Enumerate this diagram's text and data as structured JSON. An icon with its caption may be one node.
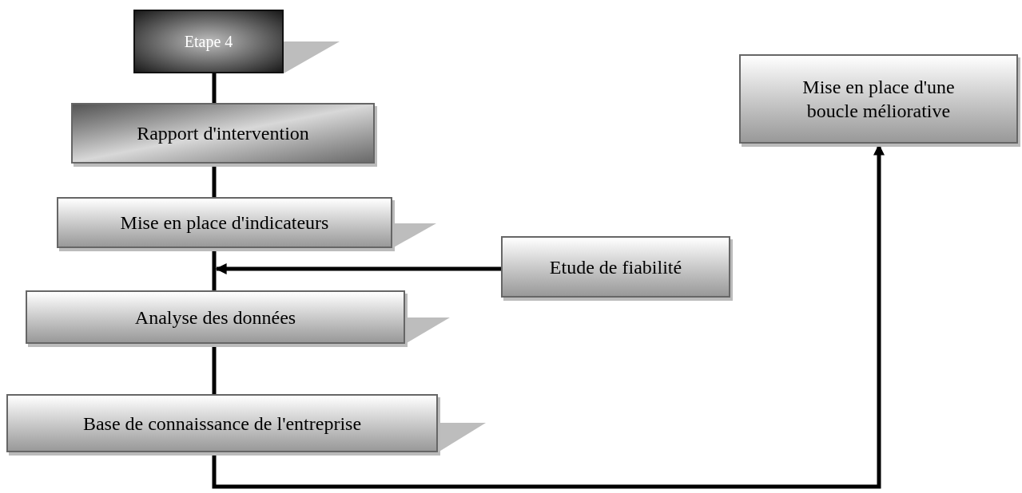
{
  "diagram": {
    "nodes": [
      {
        "text": [
          "Etape 4"
        ]
      },
      {
        "text": [
          "Rapport d'intervention"
        ]
      },
      {
        "text": [
          "Mise en place d'indicateurs"
        ]
      },
      {
        "text": [
          "Etude de fiabilité"
        ]
      },
      {
        "text": [
          "Analyse des données"
        ]
      },
      {
        "text": [
          "Base de connaissance de l'entreprise"
        ]
      },
      {
        "text": [
          "Mise en place d'une boucle méliorative"
        ]
      }
    ],
    "edges": [
      {
        "from": 0,
        "to": 1,
        "arrow": "none"
      },
      {
        "from": 1,
        "to": 2,
        "arrow": "none"
      },
      {
        "from": 2,
        "to": 4,
        "arrow": "none"
      },
      {
        "from": 4,
        "to": 5,
        "arrow": "none"
      },
      {
        "from": 5,
        "to": 6,
        "arrow": "to"
      },
      {
        "from": 3,
        "to": 2,
        "arrow": "to"
      }
    ]
  }
}
